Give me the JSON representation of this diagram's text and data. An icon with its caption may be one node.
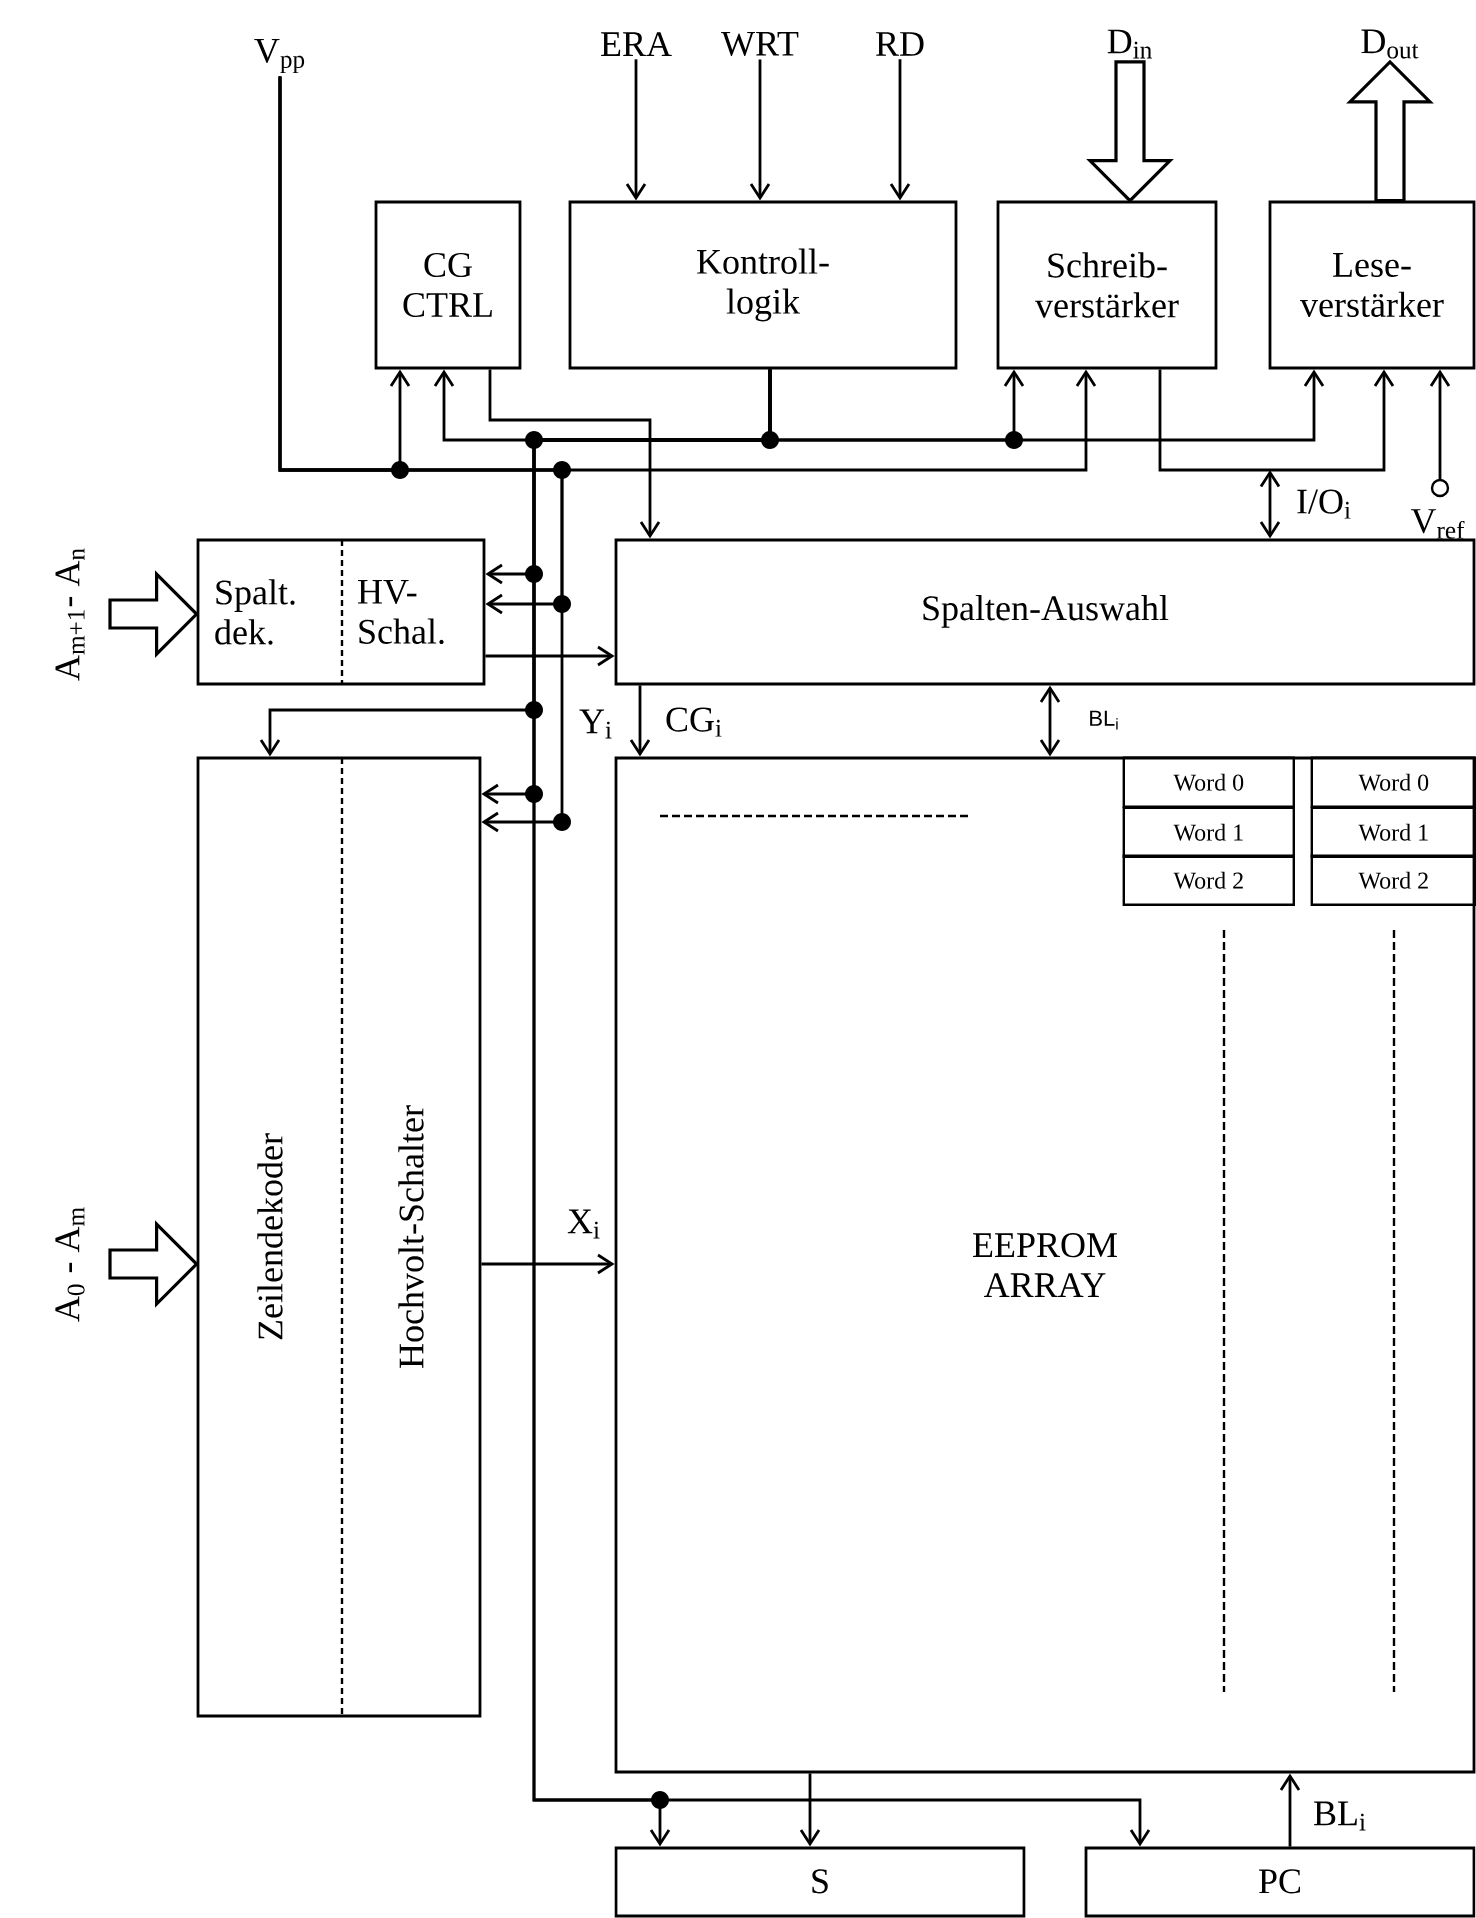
{
  "diagram": {
    "nodes": [
      {
        "text": [
          "V$_{pp}$"
        ]
      },
      {
        "text": [
          "ERA"
        ]
      },
      {
        "text": [
          "WRT"
        ]
      },
      {
        "text": [
          "RD"
        ]
      },
      {
        "text": [
          "D$_{in}$"
        ]
      },
      {
        "text": [
          "D$_{out}$"
        ]
      },
      {
        "text": [
          "CG CTRL"
        ]
      },
      {
        "text": [
          "Kontroll- logik"
        ]
      },
      {
        "text": [
          "Schreib- verstärker"
        ]
      },
      {
        "text": [
          "Lese- verstärker"
        ]
      },
      {
        "text": [
          "V$_{ref}$"
        ]
      },
      {
        "text": [
          "Spalt. dek.",
          "HV- Schal."
        ]
      },
      {
        "text": [
          "Spalten-Auswahl"
        ]
      },
      {
        "text": [
          "Zeilendekoder",
          "Hochvolt-Schalter"
        ]
      },
      {
        "text": [
          "EEPROM ARRAY"
        ]
      },
      {
        "text": [
          "Word 0"
        ],
        "in": 14
      },
      {
        "text": [
          "Word 1"
        ],
        "in": 14
      },
      {
        "text": [
          "Word 2"
        ],
        "in": 14
      },
      {
        "text": [
          "Word 0"
        ],
        "in": 14
      },
      {
        "text": [
          "Word 1"
        ],
        "in": 14
      },
      {
        "text": [
          "Word 2"
        ],
        "in": 14
      },
      {
        "text": [
          "S"
        ]
      },
      {
        "text": [
          "PC"
        ]
      },
      {
        "text": [
          "A$_{m+1}$- A$_{n}$"
        ]
      },
      {
        "text": [
          "A$_{0}$ - A$_{m}$"
        ]
      }
    ],
    "edges": [
      {
        "from": 0,
        "to": 6,
        "arrow": "to"
      },
      {
        "from": 0,
        "to": 8,
        "arrow": "to"
      },
      {
        "from": 0,
        "to": 11,
        "arrow": "to"
      },
      {
        "from": 0,
        "to": 13,
        "arrow": "to"
      },
      {
        "from": 1,
        "to": 7,
        "arrow": "to"
      },
      {
        "from": 2,
        "to": 7,
        "arrow": "to"
      },
      {
        "from": 3,
        "to": 7,
        "arrow": "to"
      },
      {
        "from": 4,
        "to": 8,
        "arrow": "to",
        "style": "thick"
      },
      {
        "from": 9,
        "to": 5,
        "arrow": "to",
        "style": "thick"
      },
      {
        "from": 7,
        "to": 6,
        "arrow": "to"
      },
      {
        "from": 7,
        "to": 8,
        "arrow": "to"
      },
      {
        "from": 7,
        "to": 9,
        "arrow": "to"
      },
      {
        "from": 8,
        "to": 9,
        "arrow": "to"
      },
      {
        "from": null,
        "to": 12,
        "arrow": "both",
        "label": "I/O$_{i}$"
      },
      {
        "from": 10,
        "to": 9,
        "arrow": "to"
      },
      {
        "from": 23,
        "to": 11,
        "arrow": "to",
        "style": "thick"
      },
      {
        "from": 24,
        "to": 13,
        "arrow": "to",
        "style": "thick"
      },
      {
        "from": 6,
        "to": 12,
        "arrow": "to"
      },
      {
        "from": 7,
        "to": 11,
        "arrow": "to"
      },
      {
        "from": 7,
        "to": 13,
        "arrow": "to"
      },
      {
        "from": 7,
        "to": 13,
        "arrow": "to"
      },
      {
        "from": 7,
        "to": 21,
        "arrow": "to"
      },
      {
        "from": 7,
        "to": 22,
        "arrow": "to"
      },
      {
        "from": 11,
        "to": 12,
        "arrow": "to"
      },
      {
        "from": 12,
        "to": 14,
        "arrow": "to",
        "label": "CG$_{i}$"
      },
      {
        "from": 12,
        "to": 14,
        "arrow": "both",
        "label": "BL$_{i}$"
      },
      {
        "from": 13,
        "to": 14,
        "arrow": "to",
        "label": "X$_{i}$"
      },
      {
        "from": 14,
        "to": 21,
        "arrow": "to"
      },
      {
        "from": 22,
        "to": 14,
        "arrow": "to",
        "label": "BL$_{i}$"
      }
    ],
    "labels": [
      "Y$_{i}$"
    ]
  }
}
